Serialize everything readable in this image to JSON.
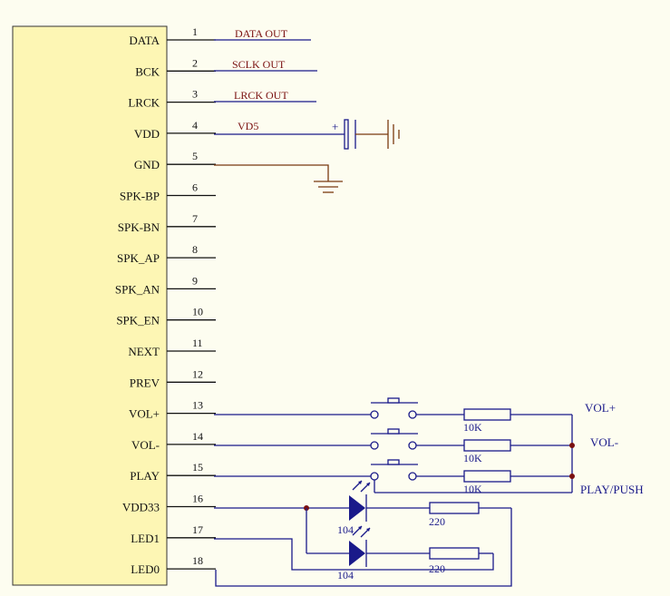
{
  "pins": [
    {
      "num": "1",
      "name": "DATA",
      "net": "DATA OUT"
    },
    {
      "num": "2",
      "name": "BCK",
      "net": "SCLK OUT"
    },
    {
      "num": "3",
      "name": "LRCK",
      "net": "LRCK OUT"
    },
    {
      "num": "4",
      "name": "VDD",
      "net": "VD5"
    },
    {
      "num": "5",
      "name": "GND",
      "net": ""
    },
    {
      "num": "6",
      "name": "SPK-BP",
      "net": ""
    },
    {
      "num": "7",
      "name": "SPK-BN",
      "net": ""
    },
    {
      "num": "8",
      "name": "SPK_AP",
      "net": ""
    },
    {
      "num": "9",
      "name": "SPK_AN",
      "net": ""
    },
    {
      "num": "10",
      "name": "SPK_EN",
      "net": ""
    },
    {
      "num": "11",
      "name": "NEXT",
      "net": ""
    },
    {
      "num": "12",
      "name": "PREV",
      "net": ""
    },
    {
      "num": "13",
      "name": "VOL+",
      "net": ""
    },
    {
      "num": "14",
      "name": "VOL-",
      "net": ""
    },
    {
      "num": "15",
      "name": "PLAY",
      "net": ""
    },
    {
      "num": "16",
      "name": "VDD33",
      "net": ""
    },
    {
      "num": "17",
      "name": "LED1",
      "net": ""
    },
    {
      "num": "18",
      "name": "LED0",
      "net": ""
    }
  ],
  "capacitor_polarity": "+",
  "resistors": {
    "r1": "10K",
    "r2": "10K",
    "r3": "10K",
    "r4": "220",
    "r5": "220"
  },
  "leds": {
    "d1": "104",
    "d2": "104"
  },
  "outputs": {
    "vol_plus": "VOL+",
    "vol_minus": "VOL-",
    "play": "PLAY/PUSH"
  },
  "colors": {
    "background": "#fdfdf0",
    "component": "#1a1a8a",
    "net_label": "#7a1010",
    "ground": "#7a3a10"
  }
}
